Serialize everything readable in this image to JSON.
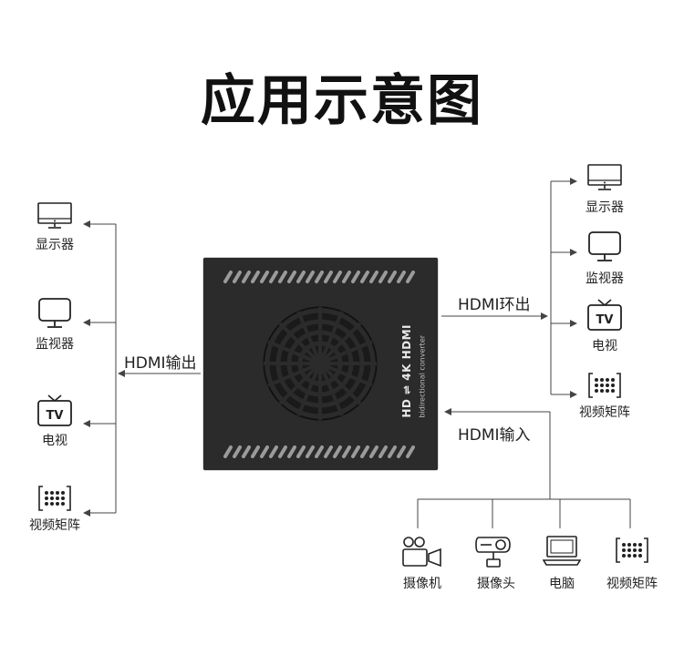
{
  "title": "应用示意图",
  "device": {
    "model_text": "HD ⇌ 4K HDMI",
    "subtitle": "bidirectional converter"
  },
  "flows": {
    "hdmi_out": "HDMI输出",
    "hdmi_loop": "HDMI环出",
    "hdmi_in": "HDMI输入"
  },
  "left_outputs": [
    {
      "label": "显示器",
      "icon": "monitor-icon"
    },
    {
      "label": "监视器",
      "icon": "display-icon"
    },
    {
      "label": "电视",
      "icon": "tv-icon"
    },
    {
      "label": "视频矩阵",
      "icon": "matrix-icon"
    }
  ],
  "right_outputs": [
    {
      "label": "显示器",
      "icon": "monitor-icon"
    },
    {
      "label": "监视器",
      "icon": "display-icon"
    },
    {
      "label": "电视",
      "icon": "tv-icon"
    },
    {
      "label": "视频矩阵",
      "icon": "matrix-icon"
    }
  ],
  "inputs": [
    {
      "label": "摄像机",
      "icon": "camcorder-icon"
    },
    {
      "label": "摄像头",
      "icon": "webcam-icon"
    },
    {
      "label": "电脑",
      "icon": "laptop-icon"
    },
    {
      "label": "视频矩阵",
      "icon": "matrix-icon"
    }
  ],
  "icon_text": {
    "tv": "TV"
  },
  "colors": {
    "device": "#2b2b2b",
    "lines": "#444444",
    "text": "#222222"
  }
}
